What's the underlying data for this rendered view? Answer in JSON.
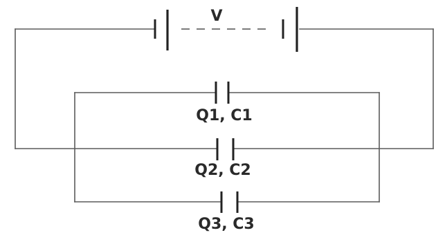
{
  "labels": {
    "voltage": "V",
    "capacitor_1": "Q1, C1",
    "capacitor_2": "Q2, C2",
    "capacitor_3": "Q3, C3"
  },
  "colors": {
    "wire": "#5a5a5a",
    "plate": "#222222",
    "text": "#2a2a2a",
    "background": "#ffffff"
  }
}
